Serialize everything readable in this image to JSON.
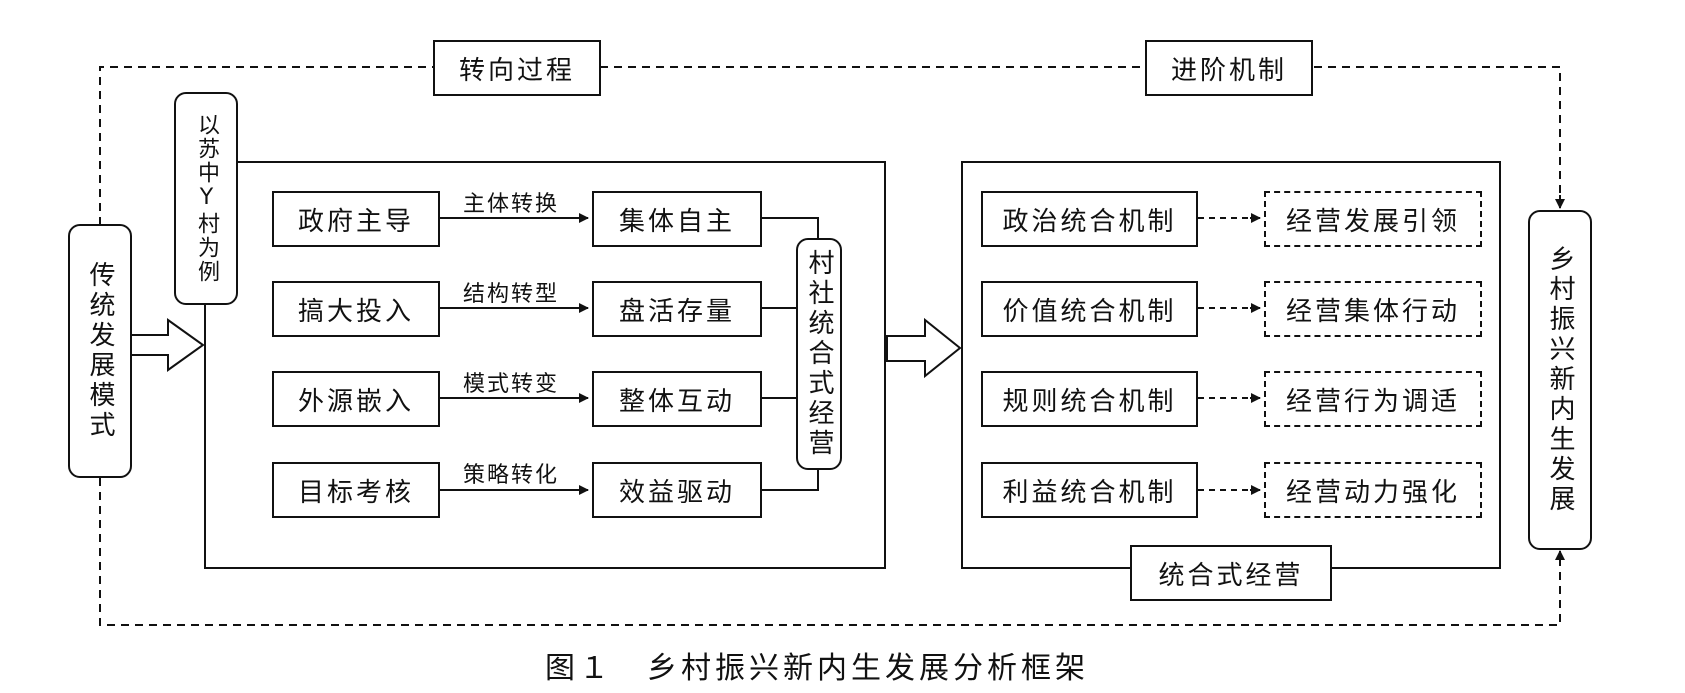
{
  "top_labels": {
    "left": "转向过程",
    "right": "进阶机制"
  },
  "left_node": "传统发展模式",
  "case_label": "以苏中Y村为例",
  "left_group": {
    "sources": [
      "政府主导",
      "搞大投入",
      "外源嵌入",
      "目标考核"
    ],
    "transitions": [
      "主体转换",
      "结构转型",
      "模式转变",
      "策略转化"
    ],
    "targets": [
      "集体自主",
      "盘活存量",
      "整体互动",
      "效益驱动"
    ],
    "collector": "村社统合式经营"
  },
  "right_group": {
    "mechanisms": [
      "政治统合机制",
      "价值统合机制",
      "规则统合机制",
      "利益统合机制"
    ],
    "outcomes": [
      "经营发展引领",
      "经营集体行动",
      "经营行为调适",
      "经营动力强化"
    ],
    "label": "统合式经营"
  },
  "right_node": "乡村振兴新内生发展",
  "caption": "图１　乡村振兴新内生发展分析框架"
}
